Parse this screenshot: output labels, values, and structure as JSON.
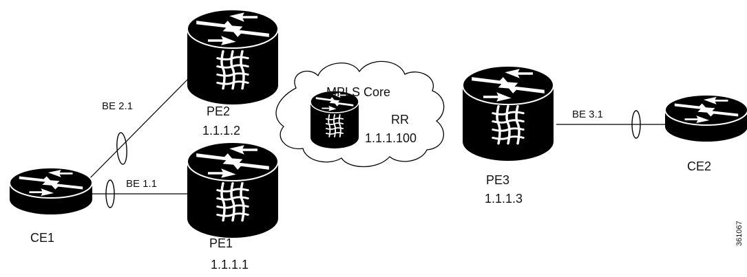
{
  "cloud": {
    "title": "MPLS Core"
  },
  "devices": {
    "pe2": {
      "name": "PE2",
      "ip": "1.1.1.2"
    },
    "pe1": {
      "name": "PE1",
      "ip": "1.1.1.1"
    },
    "pe3": {
      "name": "PE3",
      "ip": "1.1.1.3"
    },
    "rr": {
      "name": "RR",
      "ip": "1.1.1.100"
    },
    "ce1": {
      "name": "CE1"
    },
    "ce2": {
      "name": "CE2"
    }
  },
  "links": {
    "ce1_pe2": "BE 2.1",
    "ce1_pe1": "BE 1.1",
    "pe3_ce2": "BE 3.1"
  },
  "figure_id": "361067"
}
